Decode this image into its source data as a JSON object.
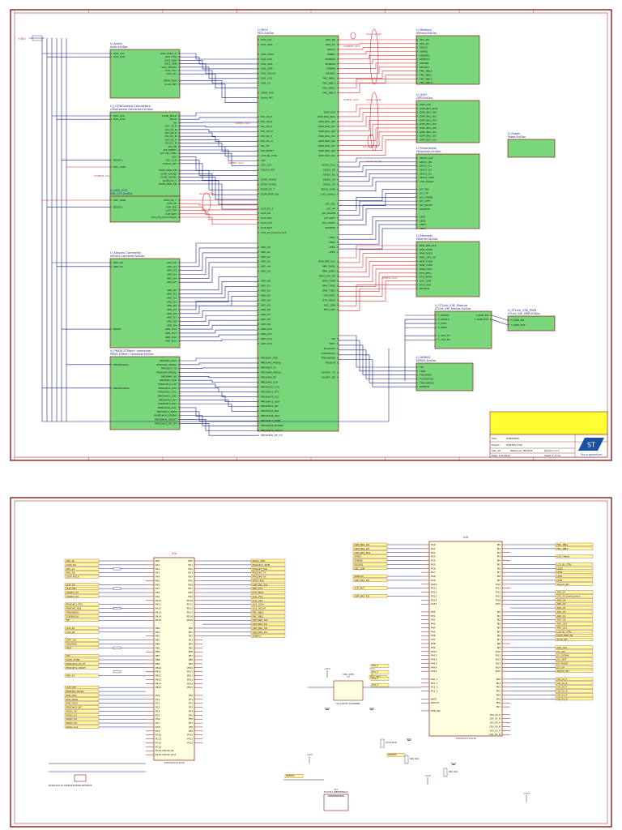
{
  "colors": {
    "frame": "#8a1c1c",
    "block_fill": "#7ad67a",
    "block_stroke": "#8a1c1c",
    "wire": "#1a237e",
    "hl_wire": "#d32f2f",
    "title_yellow": "#ffff33",
    "ic_fill": "#ffffe0",
    "label_fill": "#ffff99"
  },
  "sheet_top": {
    "power": {
      "label": "+3V3"
    },
    "blocks": [
      {
        "id": "audio",
        "title": "U_Audio",
        "file": "Audio.SchDoc",
        "left_pins": [
          "I2C1_SCL",
          "I2C1_SDA"
        ],
        "right_pins": [
          "SAI1_SCKA_C",
          "SAI1_FSA",
          "SAI1_SDA",
          "SAI1_SDB",
          "SAI1_MCLKA",
          "SAI1_CK1",
          "SAI1_D1",
          "",
          "SPDIF_RX0",
          "Audio_INT"
        ]
      },
      {
        "id": "lcd",
        "title": "U_LCDdCamera Connectors",
        "file": "LCDdCamera Connectors.SchDoc",
        "left_pins": [
          "I2C1_SCL",
          "I2C1_SDA",
          "",
          "",
          "",
          "",
          "",
          "",
          "",
          "",
          "",
          "",
          "",
          "RESETn",
          "",
          "OSC_32IN"
        ],
        "right_pins": [
          "DCMI_MCLK",
          "MCLK",
          "DE",
          "DSI_CK_P",
          "DSI_CK_N",
          "DSI_D0_P",
          "DSI_D0_N",
          "DSI_D1_P",
          "DSI_D1_N",
          "DSI_TE",
          "DSI_RESET",
          "LCD_BL_CTRL",
          "CEC",
          "CEC_CLK",
          "TOUCH_INT",
          "",
          "DCMI_PWR_EN",
          "DCMI_HSYNC",
          "DCMI_VSYNC",
          "DCMI_D0_7",
          "DCMI_PWR_EN"
        ]
      },
      {
        "id": "usb",
        "title": "U_USB_OTG",
        "file": "USB_OTG.SchDoc",
        "left_pins": [
          "OSC_32IN",
          "",
          "RESETn"
        ],
        "right_pins": [
          "ULPI_D0_7",
          "ULPI_CK",
          "ULPI_DIR",
          "ULPI_STP",
          "ULPI_NXT",
          "OTG_FS_OverCurrent"
        ]
      },
      {
        "id": "arduino",
        "title": "U_Arduino Connector",
        "file": "Arduino Connector.SchDoc",
        "left_pins": [
          "ARD_D0",
          "ARD_D1",
          "",
          "",
          "",
          "",
          "",
          "",
          "",
          "",
          "",
          "",
          "",
          "",
          "",
          "",
          "",
          "RESET"
        ],
        "right_pins": [
          "ARD_A0",
          "ARD_A1",
          "ARD_A2",
          "ARD_A3",
          "ARD_A4",
          "ARD_A5",
          "",
          "ARD_D0",
          "ARD_D1",
          "ARD_D2",
          "ARD_D3",
          "ARD_D4",
          "ARD_D5",
          "ARD_D6",
          "ARD_D7",
          "ARD_D8",
          "ARD_D9",
          "ARD_D10",
          "ARD_D11",
          "ARD_D12",
          "ARD_D13"
        ]
      },
      {
        "id": "pmod",
        "title": "U_PMOD STMod+ connector",
        "file": "PMOD STMod+ connector.SchDoc",
        "left_pins": [
          "",
          "PMOD#2SCL",
          "",
          "",
          "",
          "",
          "",
          "PMOD#3SDA"
        ],
        "right_pins": [
          "PMOD#1_RSS",
          "PMOD#2_MOSIp",
          "PMOD#3_TX",
          "PMOD#4_MISOp",
          "PMOD#8_RX",
          "PMOD#9_SCK",
          "PMOD#10_CTS",
          "PMOD#11_RTS",
          "PMOD#12_SCL",
          "PMOD#13_SDA",
          "PMOD#14_INT",
          "PMOD#15_RST",
          "PMOD#16_ADC",
          "PMOD#17_PWM",
          "PMOD#18_DFSDM",
          "PMOD#19_CKOUT",
          "PMOD#20_DF_D7"
        ]
      },
      {
        "id": "mcu",
        "title": "U_MCU",
        "file": "MCU.SchDoc",
        "left_pins": [
          "I2C1_SCL",
          "I2C1_SDA",
          "",
          "SAI1_SCKA",
          "SAI1_FSA",
          "SAI1_SDA",
          "SAI1_SDB",
          "SAI1_MCLKA",
          "SAI1_CK1",
          "SAI1_D1",
          "",
          "SPDIF_RX0",
          "Audio_INT",
          "",
          "",
          "",
          "DSI_CK_P",
          "DSI_CK_N",
          "DSI_D0_P",
          "DSI_D0_N",
          "DSI_D1_P",
          "DSI_D1_N",
          "DSI_TE",
          "DSI_RESET",
          "LCD_BL_CTRL",
          "CEC",
          "CEC_CLK",
          "TOUCH_INT",
          "",
          "DCMI_HSYNC",
          "DCMI_VSYNC",
          "DCMI_D0_7",
          "DCMI_PWR_EN",
          "",
          "",
          "ULPI_D0_7",
          "ULPI_CK",
          "ULPI_DIR",
          "ULPI_STP",
          "ULPI_NXT",
          "OTG_FS_OverCurrent",
          "",
          "",
          "ARD_A0",
          "ARD_A1",
          "ARD_A2",
          "ARD_A3",
          "ARD_A4",
          "ARD_A5",
          "",
          "ARD_D0",
          "ARD_D1",
          "ARD_D2",
          "ARD_D3",
          "ARD_D4",
          "ARD_D5",
          "ARD_D6",
          "ARD_D7",
          "ARD_D8",
          "ARD_D9",
          "ARD_D10",
          "ARD_D11",
          "ARD_D12",
          "ARD_D13",
          "",
          "",
          "PMOD#1_RSS",
          "PMOD#2_MOSIp",
          "PMOD#3_TX",
          "PMOD#4_MISOp",
          "PMOD#8_RX",
          "PMOD#9_SCK",
          "PMOD#10_CTS",
          "PMOD#11_RTS",
          "PMOD#12_SCL",
          "PMOD#13_SDA",
          "PMOD#14_INT",
          "PMOD#15_RST",
          "PMOD#16_ADC",
          "PMOD#17_PWM",
          "PMOD#18_DFSDM",
          "PMOD#19_CKOUT",
          "PMOD#20_DF_D7"
        ],
        "right_pins": [
          "SDA_D0",
          "SDA_D1",
          "SDCLK",
          "SDNE1",
          "SDNRAS",
          "SDNCAS",
          "SDNWE",
          "SDCKE1",
          "FMC_NBL0",
          "FMC_NBL1",
          "FMC_NBL2",
          "FMC_NBL3",
          "",
          "",
          "",
          "QSPI_CLK",
          "QSPI_BK1_NCS",
          "QSPI_BK1_IO0",
          "QSPI_BK1_IO1",
          "QSPI_BK1_IO2",
          "QSPI_BK1_IO3",
          "QSPI_BK2_IO0",
          "QSPI_BK2_IO1",
          "QSPI_BK2_IO2",
          "QSPI_BK2_IO3",
          "",
          "SDIO1_CLK",
          "SDIO1_D0",
          "SDIO1_D1",
          "SDIO1_D2",
          "SDIO1_D3",
          "SDIO1_CMD",
          "uSD_Detect",
          "",
          "JOY_SEL",
          "JOY_UP",
          "JOY_DOWN",
          "JOY_LEFT",
          "JOY_RIGHT",
          "WAKEUP",
          "",
          "LED1",
          "LED2",
          "LED3",
          "LED4",
          "",
          "RMII_REF_CLK",
          "RMII_RXD0",
          "RMII_RXD1",
          "RMII_CRS_DV",
          "RMII_TXEN",
          "RMII_TXD0",
          "RMII_TXD1",
          "ETH_MDC",
          "ETH_MDIO",
          "OSC_25M",
          "ETH_nINT",
          "",
          "",
          "",
          "",
          "",
          "TDI",
          "TRST",
          "TDO/SWO",
          "TCK/SWCLK",
          "TMS/SWDIO",
          "RESETN",
          "",
          "USART1_TX",
          "USART1_RX"
        ]
      },
      {
        "id": "memory",
        "title": "U_Memory",
        "file": "Memory.SchDoc",
        "left_pins": [
          "SDA_D0",
          "SDA_D1",
          "SDCLK",
          "SDNE1",
          "SDNRAS",
          "SDNCAS",
          "SDNWE",
          "SDCKE1",
          "FMC_NBL0",
          "FMC_NBL1",
          "FMC_NBL2",
          "FMC_NBL3"
        ]
      },
      {
        "id": "qspi",
        "title": "U_QSPI",
        "file": "QSPI.SchDoc",
        "left_pins": [
          "QSPI_CLK",
          "QSPI_BK1_NCS",
          "QSPI_BK1_IO0",
          "QSPI_BK1_IO1",
          "QSPI_BK1_IO2",
          "QSPI_BK1_IO3",
          "QSPI_BK2_IO0",
          "QSPI_BK2_IO1",
          "QSPI_BK2_IO2",
          "QSPI_BK2_IO3"
        ]
      },
      {
        "id": "power",
        "title": "U_Power",
        "file": "Power.SchDoc",
        "left_pins": []
      },
      {
        "id": "peripherals",
        "title": "U_Peripherals",
        "file": "Peripherals.SchDoc",
        "left_pins": [
          "SDIO1_CLK",
          "SDIO1_D0",
          "SDIO1_D1",
          "SDIO1_D2",
          "SDIO1_D3",
          "SDIO1_CMD",
          "uSD_Detect",
          "",
          "JOY_SEL",
          "JOY_UP",
          "JOY_DOWN",
          "JOY_LEFT",
          "JOY_RIGHT",
          "WAKEUP",
          "",
          "LED1",
          "LED2",
          "LED3",
          "LED4"
        ]
      },
      {
        "id": "ethernet",
        "title": "U_Ethernet",
        "file": "Ethernet.SchDoc",
        "left_pins": [
          "RMII_REF_CLK",
          "RMII_RXD0",
          "RMII_RXD1",
          "RMII_CRS_DV",
          "RMII_TXEN",
          "RMII_TXD0",
          "RMII_TXD1",
          "ETH_MDC",
          "ETH_MDIO",
          "OSC_25M",
          "ETH_nINT",
          "RESETN"
        ]
      },
      {
        "id": "stlink",
        "title": "U_STLink_V3E_Module",
        "file": "STLink_V3E_Module.SchDoc",
        "left_pins": [
          "T_SWDIO",
          "T_SWCLK",
          "T_SWO",
          "T_NRST",
          "",
          "T_VCP_TX",
          "T_VCP_RX"
        ],
        "right_pins": [
          "T_PWR_EN",
          "T_PWR_EXT"
        ]
      },
      {
        "id": "stlinkpwr",
        "title": "U_STLink_V3E_PWR",
        "file": "STLink_V3E_PWR.SchDoc",
        "left_pins": [
          "T_PWR_EN",
          "T_PWR_EXT"
        ]
      },
      {
        "id": "debug",
        "title": "U_DEBUG",
        "file": "DEBUG.SchDoc",
        "left_pins": [
          "TDI",
          "TRST",
          "TDO/SWO",
          "TCK/SWCLK",
          "TMS/SWDIO",
          "RESETN"
        ]
      }
    ],
    "net_labels": [
      "Same length",
      "Same length",
      "Same length",
      "Same length",
      "Same length",
      "50MHz clock",
      "100MHz clock",
      "25MHz clock",
      "50MHz clock",
      "120MHz clock",
      "50MHz clock"
    ],
    "title_block": {
      "rows": [
        {
          "label": "Title",
          "value": "OVERVIEW"
        },
        {
          "label": "Project",
          "value": "STM32H7-DK"
        },
        {
          "label": "Size",
          "value": "A3"
        },
        {
          "label": "Reference",
          "value": "MB1246"
        },
        {
          "label": "Revision",
          "value": "D.2"
        },
        {
          "label": "Date",
          "value": "1/31/2019"
        },
        {
          "label": "Sheet",
          "value": "1 of 19"
        }
      ],
      "logo_text": "life.augmented"
    }
  },
  "sheet_bottom": {
    "ics": [
      {
        "ref": "U1A",
        "part": "STM32H747XIH6",
        "left_pins": [
          "PA0",
          "PA1",
          "PA2",
          "PA3",
          "PA4",
          "PA5",
          "PA6",
          "PA7",
          "PA8",
          "PA9",
          "PA10",
          "PA11",
          "PA12",
          "PA13",
          "PA14",
          "PA15",
          "",
          "PB0",
          "PB1",
          "PB2",
          "PB3",
          "PB4",
          "PB5",
          "PB6",
          "PB7",
          "PB8",
          "PB9",
          "PB10",
          "PB11",
          "PB12",
          "PB13",
          "PB14",
          "PB15",
          "",
          "PC0",
          "PC1",
          "PC2",
          "PC3",
          "PC4",
          "PC5",
          "PC6",
          "PC7",
          "PC8",
          "PC9",
          "PC10",
          "PC11",
          "PC12",
          "PC13",
          "PC14-OSC32_IN",
          "PC15-OSC32_OUT"
        ],
        "right_pins": [
          "PD0",
          "PD1",
          "PD2",
          "PD3",
          "PD4",
          "PD5",
          "PD6",
          "PD7",
          "PD8",
          "PD9",
          "PD10",
          "PD11",
          "PD12",
          "PD13",
          "PD14",
          "PD15",
          "",
          "PE0",
          "PE1",
          "PE2",
          "PE3",
          "PE4",
          "PE5",
          "PE6",
          "PE7",
          "PE8",
          "PE9",
          "PE10",
          "PE11",
          "PE12",
          "PE13",
          "PE14",
          "PE15",
          "",
          "PF0",
          "PF1",
          "PF2",
          "PF3",
          "PF4",
          "PF5",
          "PF6",
          "PF7",
          "PF8",
          "PF9",
          "PF10",
          "PF11",
          "PF12"
        ]
      },
      {
        "ref": "U1B",
        "part": "STM32H747XIH6",
        "left_pins": [
          "PG0",
          "PG1",
          "PG2",
          "PG3",
          "PG4",
          "PG5",
          "PG6",
          "PG7",
          "PG8",
          "PG9",
          "PG10",
          "PG11",
          "PG12",
          "PG13",
          "PG14",
          "PG15",
          "",
          "PH0",
          "PH1",
          "PH2",
          "PH3",
          "PH4",
          "PH5",
          "PH6",
          "PH7",
          "PH8",
          "PH9",
          "PH10",
          "PH11",
          "PH12",
          "PH13",
          "PH14",
          "PH15",
          "",
          "PA0_C",
          "PA1_C",
          "PC2_C",
          "PC3_C",
          "",
          "NRST",
          "BOOT0",
          "",
          "PDR_ON"
        ],
        "right_pins": [
          "PI0",
          "PI1",
          "PI2",
          "PI3",
          "PI4",
          "PI5",
          "PI6",
          "PI7",
          "PI8",
          "PI9",
          "PI10",
          "PI11",
          "PI12",
          "PI13",
          "PI14",
          "PI15",
          "",
          "PJ0",
          "PJ1",
          "PJ2",
          "PJ3",
          "PJ4",
          "PJ5",
          "PJ6",
          "PJ7",
          "PJ8",
          "PJ9",
          "PJ10",
          "PJ11",
          "PJ12",
          "PJ13",
          "PJ14",
          "PJ15",
          "",
          "PK0",
          "PK1",
          "PK2",
          "PK3",
          "PK4",
          "PK5",
          "PK6",
          "PK7",
          "",
          "DSI_CK_P",
          "DSI_CK_N",
          "DSI_D0_P",
          "DSI_D0_N",
          "DSI_D1_P",
          "DSI_D1_N"
        ]
      }
    ],
    "left_nets": [
      "ARD_A0",
      "DCMI_D6",
      "ARD_A5",
      "ARD_D8",
      "DCMI_PIXCK",
      "",
      "ULPI_CK",
      "ULPI_DIR",
      "USART1_TX",
      "USART1_RX",
      "",
      "PMOD#11_RTS",
      "PMOD#1_RSS",
      "TMS/SWDIO",
      "TCK/SWCLK",
      "TDI",
      "",
      "ULPI_D1",
      "ULPI_D2",
      "",
      "QSPI_CLK",
      "TDO/SWO",
      "TRST",
      "",
      "CEC",
      "DCMI_VSYNC",
      "PMOD#20_DF_D7",
      "PMOD#19_CKOUT",
      "",
      "ARD_A2",
      "",
      "",
      "ULPI_STP",
      "PMOD#2_MOSIp",
      "RMII_MDC",
      "RMII_RXD0",
      "RMII_RXD1",
      "PMOD#14_INT",
      "SDIO1_D0",
      "SDIO1_D1",
      "SDIO1_D2",
      "SDIO1_D3",
      "SDIO1_CLK"
    ],
    "mid_nets": [
      "SDIO1_CMD",
      "PMOD#17_PWM",
      "PMOD#9_SCK",
      "PMOD#3_TX",
      "PMOD#8_RX",
      "SPDIF_RX0",
      "QSPI_BK1_IO3",
      "ARD_D13",
      "ETH_MDIO",
      "SAI1_FSA",
      "SAI1_SDA",
      "SAI1_SCKA",
      "SAI1_MCLKA",
      "FMC_NBL0",
      "FMC_NBL1",
      "QSPI_BK1_IO0",
      "QSPI_BK1_IO1",
      "QSPI_BK2_IO0",
      "QSPI_BK2_IO1",
      "SDNRAS"
    ],
    "right_nets": [
      "FMC_NBL2",
      "FMC_NBL3",
      "",
      "uSD_Detect",
      "",
      "LCD_BL_CTRL",
      "LED1",
      "LED2",
      "LED3",
      "LED4",
      "TOUCH_INT",
      "",
      "ARD_D7",
      "OTG_FS_OverCurrent",
      "ARD_D4",
      "ARD_D3",
      "ARD_D2",
      "ARD_D5",
      "ARD_D1",
      "ARD_D0",
      "ARD_D10",
      "ARD_D11",
      "LCD_BL_CTRL",
      "DCMI_PWR_EN",
      "Audio_INT",
      "",
      "ARD_D12",
      "JOY_SEL",
      "JOY_DOWN",
      "JOY_LEFT",
      "JOY_RIGHT",
      "JOY_UP",
      "TOUCH_INT",
      "",
      "DSI_CK_P",
      "DSI_CK_N",
      "DSI_D0_P",
      "DSI_D0_N",
      "DSI_D1_P",
      "DSI_D1_N"
    ],
    "u1b_left_nets": [
      "QSPI_BK2_IO2",
      "QSPI_BK2_IO3",
      "QSPI_BK1_NCS",
      "SDNE1",
      "SDNWE",
      "SDCKE1",
      "OSC_25M",
      "",
      "SDNCAS",
      "QSPI_BK1_IO2",
      "",
      "ULPI_NXT",
      "",
      "QSPI_BK2_IO2"
    ],
    "parts": [
      {
        "ref": "X2",
        "name": "OSC_25M",
        "value": "SG-210STF 25.0000ML"
      },
      {
        "ref": "X1",
        "name": "NX2012SA-32.768KHZ-EXS00A-MU00525",
        "value": ""
      },
      {
        "ref": "B1",
        "name": "TD-0341 [RESET/Black]",
        "value": ""
      },
      {
        "ref": "C33",
        "name": "100nF",
        "value": ""
      },
      {
        "ref": "R29",
        "name": "10K",
        "value": ""
      },
      {
        "ref": "R30",
        "name": "10K",
        "value": ""
      }
    ],
    "supplies": [
      "+3V3",
      "+3V3",
      "+3V3",
      "+3V3",
      "+3V3"
    ],
    "labels": [
      "RESETN",
      "RESETN",
      "OSC_25M",
      "PA0_C",
      "PA1_C",
      "PC2_C",
      "PC3_C"
    ]
  }
}
